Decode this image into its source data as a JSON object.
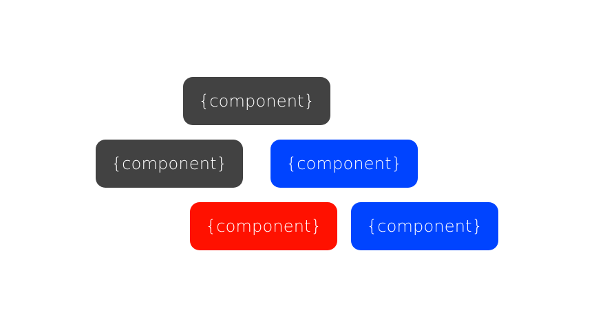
{
  "colors": {
    "background": "#ffffff",
    "gray": "#424242",
    "blue": "#0044ff",
    "red": "#ff1100",
    "text": "#ffffff"
  },
  "nodes": [
    {
      "label": "{component}",
      "color": "#424242"
    },
    {
      "label": "{component}",
      "color": "#424242"
    },
    {
      "label": "{component}",
      "color": "#0044ff"
    },
    {
      "label": "{component}",
      "color": "#ff1100"
    },
    {
      "label": "{component}",
      "color": "#0044ff"
    }
  ]
}
